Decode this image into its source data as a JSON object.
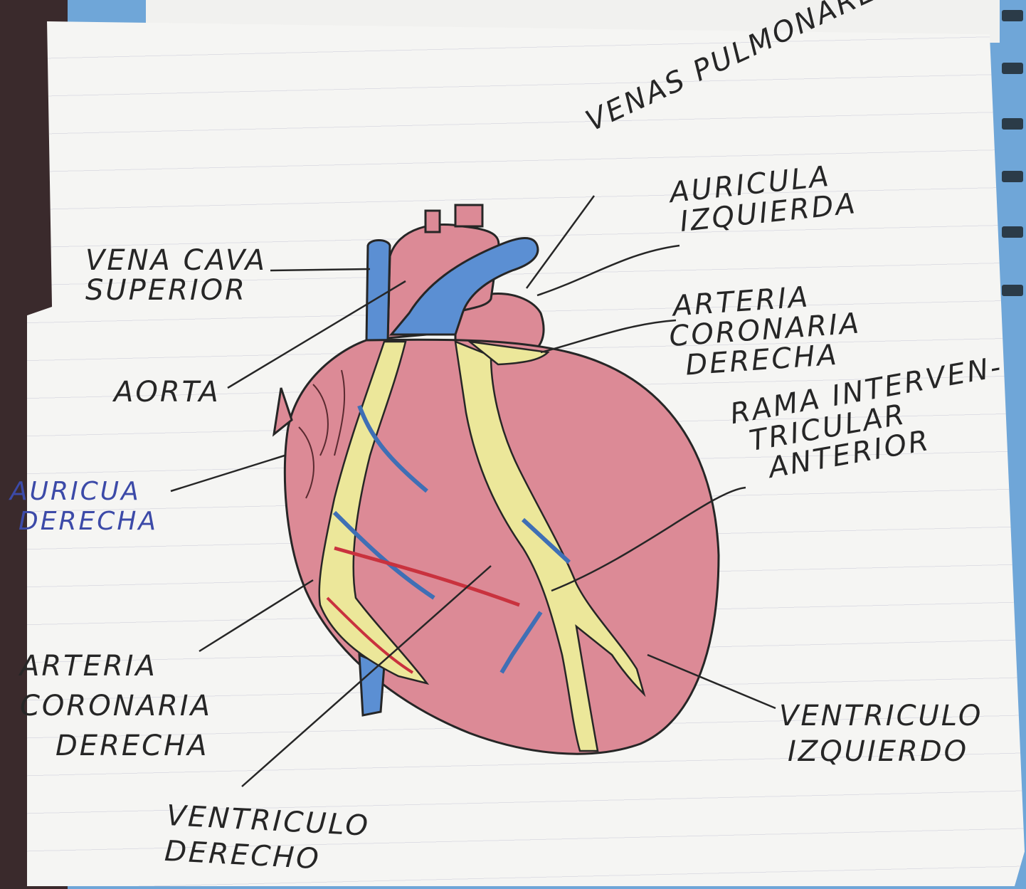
{
  "labels": {
    "venas_pulmonares": [
      "VENAS PULMONARES"
    ],
    "auricula_izquierda": [
      "AURICULA",
      "IZQUIERDA"
    ],
    "vena_cava_superior": [
      "VENA CAVA",
      "SUPERIOR"
    ],
    "arteria_coronaria_derecha_top": [
      "ARTERIA",
      "CORONARIA",
      "DERECHA"
    ],
    "aorta": [
      "AORTA"
    ],
    "rama_interventricular": [
      "RAMA INTERVEN-",
      "TRICULAR",
      "ANTERIOR"
    ],
    "auricula_derecha": [
      "AURICUA",
      "DERECHA"
    ],
    "arteria_coronaria_derecha_bottom": [
      "ARTERIA",
      "CORONARIA",
      "DERECHA"
    ],
    "ventriculo_izquierdo": [
      "VENTRICULO",
      "IZQUIERDO"
    ],
    "ventriculo_derecho": [
      "VENTRICULO",
      "DERECHO"
    ]
  },
  "colors": {
    "heart_red": "#d9808c",
    "vessel_blue": "#5b8fd3",
    "coronary_yellow": "#ece79a",
    "ink": "#262626",
    "blue_ink": "#3c4aa8"
  }
}
